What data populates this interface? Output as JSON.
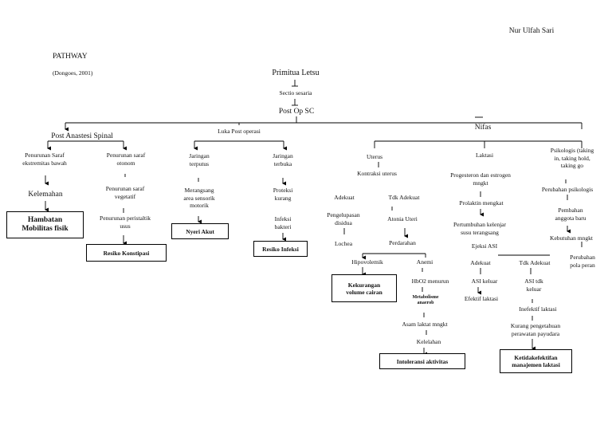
{
  "author": "Nur Ulfah Sari",
  "heading": "PATHWAY",
  "source": "(Dongoes, 2001)",
  "root": {
    "primi": "Primitua Letsu",
    "sectio": "Sectio sesaria",
    "postop": "Post Op SC"
  },
  "post_anastesi": {
    "title": "Post Anastesi Spinal",
    "saraf_bawah": "Penurunan Saraf\nekstremitas bawah",
    "kelemahan": "Kelemahan",
    "hambatan": "Hambatan\nMobilitas fisik",
    "saraf_otonom": "Penurunan saraf\notonom",
    "saraf_vegetatif": "Penurunan saraf\nvegetatif",
    "peristaltik": "Penurunan peristaltik\nusus",
    "konstipasi": "Resiko Konstipasi"
  },
  "luka": {
    "title": "Luka Post operasi",
    "terputus": "Jaringan\nterputus",
    "merangsang": "Merangsang\narea sensorik\nmotorik",
    "nyeri": "Nyeri Akut",
    "terbuka": "Jaringan\nterbuka",
    "proteksi": "Proteksi\nkurang",
    "infeksi_bakteri": "Infeksi\nbakteri",
    "resiko_infeksi": "Resiko Infeksi"
  },
  "nifas": {
    "title": "Nifas",
    "uterus": {
      "title": "Uterus",
      "kontraksi": "Kontraksi uterus",
      "adekuat": "Adekuat",
      "tdk_adekuat": "Tdk Adekuat",
      "pengelupasan": "Pengelupasan\ndisidua",
      "lochea": "Lochea",
      "atonia": "Atonia Uteri",
      "perdarahan": "Perdarahan",
      "hipovolemik": "Hipovolemik",
      "anemi": "Anemi",
      "kekurangan": "Kekurangan\nvolume cairan",
      "hbo2": "HbO2 menurun",
      "metabolisme": "Metabolisme\nanaerob",
      "asam_laktat": "Asam laktat mngkt",
      "kelelahan": "Kelelahan",
      "intoleransi": "Intoleransi aktivitas"
    },
    "laktasi": {
      "title": "Laktasi",
      "progesteron": "Progesteron dan estrogen\nmngkt",
      "prolaktin": "Prolaktin mengkat",
      "pertumbuhan": "Pertumbuhan kelenjar\nsusu terangsang",
      "ejeksi": "Ejeksi ASI",
      "adekuat": "Adekuat",
      "tdk_adekuat": "Tdk Adekuat",
      "asi_keluar": "ASI keluar",
      "efektif": "Efektif laktasi",
      "asi_tdk_keluar": "ASI tdk\nkeluar",
      "inefektif": "Inefektif laktasi",
      "kurang_pengetahuan": "Kurang pengetahuan\nperawatan payudara",
      "ketidakefektifan": "Ketidakefektifan\nmanajemen laktasi"
    },
    "psikologis": {
      "title": "Psikologis (taking\nin, taking hold,\ntaking go",
      "perubahan": "Perubahan psikologis",
      "anggota": "Pembahan\nanggota baru",
      "kebutuhan": "Kebutuhan mngkt",
      "pola_peran": "Perubahan\npola peran"
    }
  }
}
